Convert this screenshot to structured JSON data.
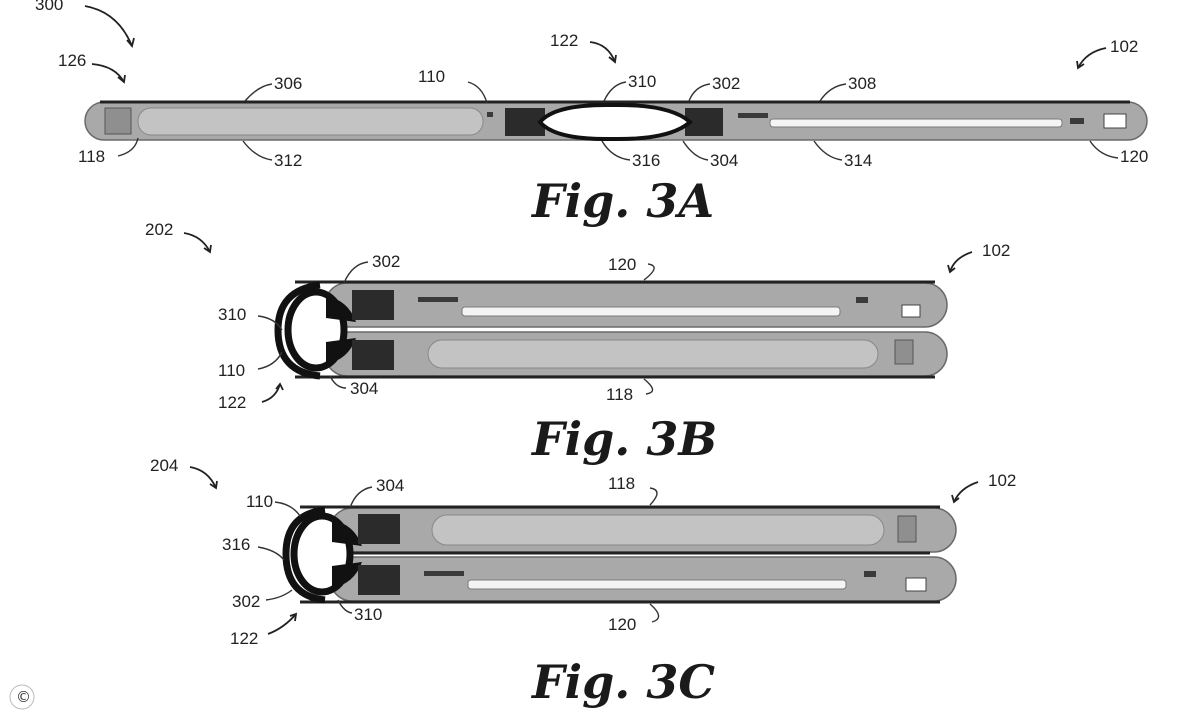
{
  "figures": {
    "fig_3a": {
      "caption": "Fig. 3A",
      "labels": [
        "300",
        "126",
        "122",
        "102",
        "306",
        "110",
        "310",
        "302",
        "308",
        "118",
        "312",
        "316",
        "304",
        "314",
        "120"
      ]
    },
    "fig_3b": {
      "caption": "Fig. 3B",
      "labels": [
        "202",
        "302",
        "120",
        "102",
        "310",
        "110",
        "122",
        "304",
        "118"
      ]
    },
    "fig_3c": {
      "caption": "Fig. 3C",
      "labels": [
        "204",
        "304",
        "118",
        "102",
        "110",
        "316",
        "302",
        "122",
        "310",
        "120"
      ]
    }
  },
  "corner_mark": "©"
}
